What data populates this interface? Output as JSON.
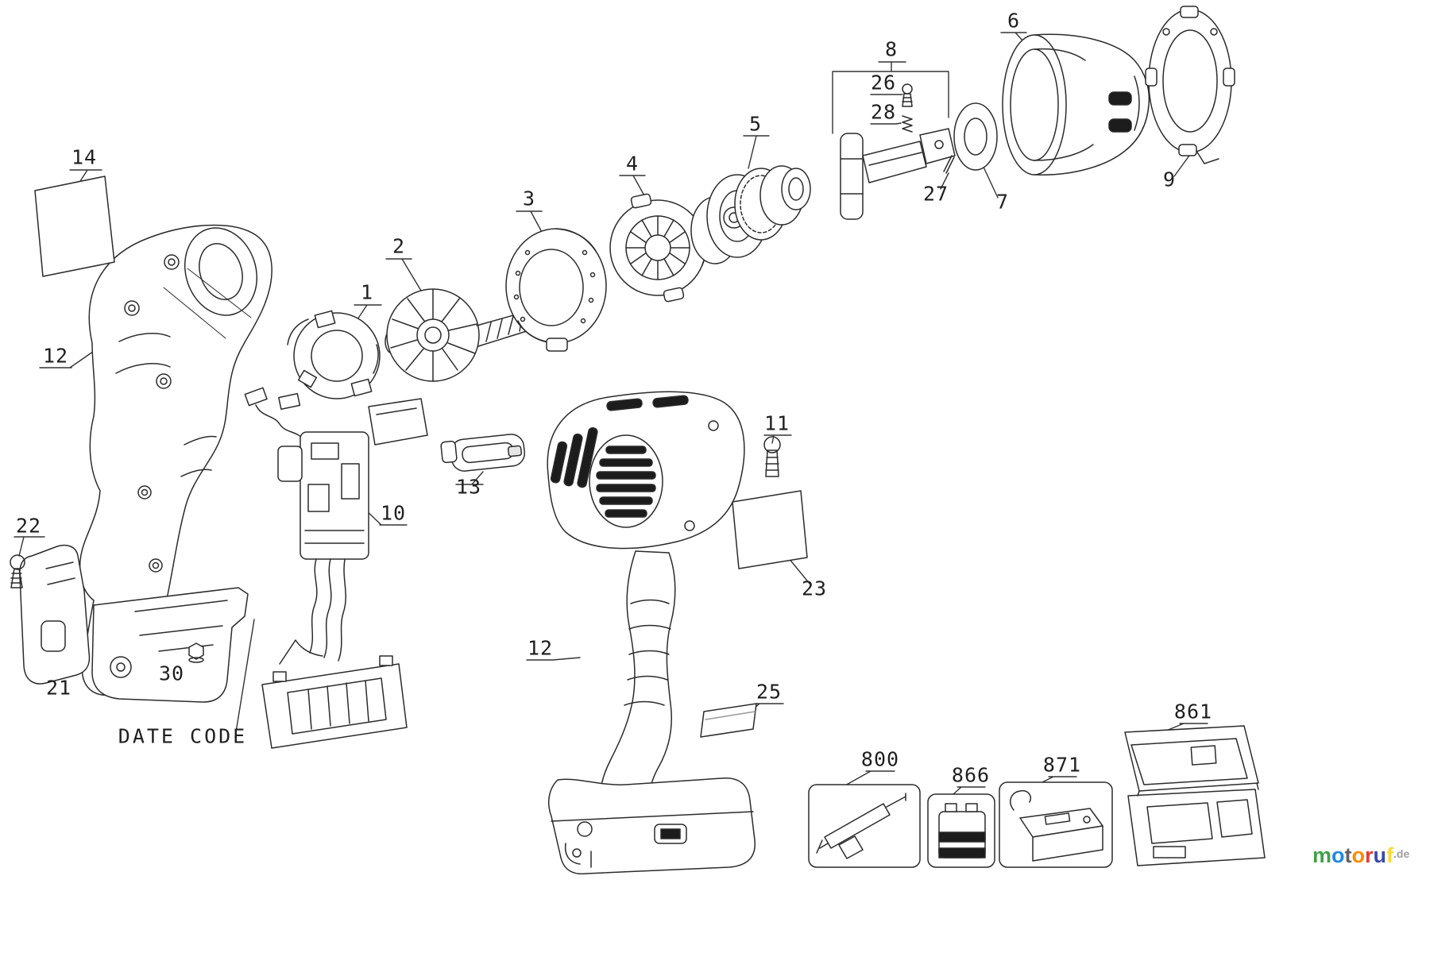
{
  "diagram": {
    "callouts": {
      "c1": "1",
      "c2": "2",
      "c3": "3",
      "c4": "4",
      "c5": "5",
      "c6": "6",
      "c7": "7",
      "c8": "8",
      "c9": "9",
      "c10": "10",
      "c11": "11",
      "c12a": "12",
      "c12b": "12",
      "c13": "13",
      "c14": "14",
      "c21": "21",
      "c22": "22",
      "c23": "23",
      "c25": "25",
      "c26": "26",
      "c27": "27",
      "c28": "28",
      "c30": "30",
      "c800": "800",
      "c861": "861",
      "c866": "866",
      "c871": "871",
      "date_code": "DATE CODE"
    },
    "watermark": {
      "letters": [
        {
          "ch": "m",
          "color": "#43a047"
        },
        {
          "ch": "o",
          "color": "#1e88e5"
        },
        {
          "ch": "t",
          "color": "#616161"
        },
        {
          "ch": "o",
          "color": "#fb8c00"
        },
        {
          "ch": "r",
          "color": "#e53935"
        },
        {
          "ch": "u",
          "color": "#3949ab"
        },
        {
          "ch": "f",
          "color": "#fdd835"
        },
        {
          "ch": ".de",
          "color": "#9e9e9e",
          "small": true
        }
      ]
    }
  }
}
